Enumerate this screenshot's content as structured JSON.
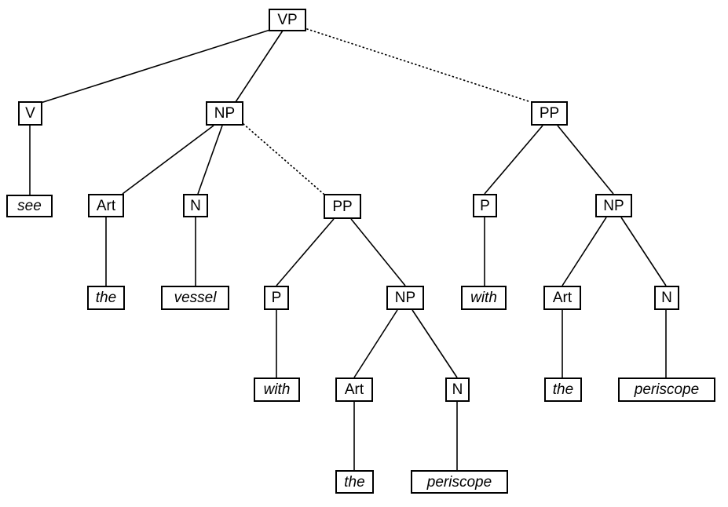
{
  "diagram": {
    "type": "syntax-tree",
    "title": "",
    "sentence": "see the vessel with the periscope with the periscope",
    "background_color": "#ffffff",
    "line_color": "#000000",
    "box_border_color": "#000000"
  },
  "nodes": {
    "vp": {
      "label": "VP",
      "kind": "category"
    },
    "v": {
      "label": "V",
      "kind": "category"
    },
    "see": {
      "label": "see",
      "kind": "terminal"
    },
    "np1": {
      "label": "NP",
      "kind": "category"
    },
    "art1": {
      "label": "Art",
      "kind": "category"
    },
    "the1": {
      "label": "the",
      "kind": "terminal"
    },
    "n1": {
      "label": "N",
      "kind": "category"
    },
    "vessel": {
      "label": "vessel",
      "kind": "terminal"
    },
    "pp_mid": {
      "label": "PP",
      "kind": "category"
    },
    "p_mid": {
      "label": "P",
      "kind": "category"
    },
    "with_mid": {
      "label": "with",
      "kind": "terminal"
    },
    "np_mid": {
      "label": "NP",
      "kind": "category"
    },
    "art_mid": {
      "label": "Art",
      "kind": "category"
    },
    "the_mid": {
      "label": "the",
      "kind": "terminal"
    },
    "n_mid": {
      "label": "N",
      "kind": "category"
    },
    "periscope_mid": {
      "label": "periscope",
      "kind": "terminal"
    },
    "pp_right": {
      "label": "PP",
      "kind": "category"
    },
    "p_right": {
      "label": "P",
      "kind": "category"
    },
    "with_right": {
      "label": "with",
      "kind": "terminal"
    },
    "np_right": {
      "label": "NP",
      "kind": "category"
    },
    "art_right": {
      "label": "Art",
      "kind": "category"
    },
    "the_right": {
      "label": "the",
      "kind": "terminal"
    },
    "n_right": {
      "label": "N",
      "kind": "category"
    },
    "periscope_right": {
      "label": "periscope",
      "kind": "terminal"
    }
  },
  "edges": [
    {
      "from": "vp",
      "to": "v",
      "style": "solid"
    },
    {
      "from": "vp",
      "to": "np1",
      "style": "solid"
    },
    {
      "from": "vp",
      "to": "pp_right",
      "style": "dotted"
    },
    {
      "from": "v",
      "to": "see",
      "style": "solid"
    },
    {
      "from": "np1",
      "to": "art1",
      "style": "solid"
    },
    {
      "from": "np1",
      "to": "n1",
      "style": "solid"
    },
    {
      "from": "np1",
      "to": "pp_mid",
      "style": "dotted"
    },
    {
      "from": "art1",
      "to": "the1",
      "style": "solid"
    },
    {
      "from": "n1",
      "to": "vessel",
      "style": "solid"
    },
    {
      "from": "pp_mid",
      "to": "p_mid",
      "style": "solid"
    },
    {
      "from": "pp_mid",
      "to": "np_mid",
      "style": "solid"
    },
    {
      "from": "p_mid",
      "to": "with_mid",
      "style": "solid"
    },
    {
      "from": "np_mid",
      "to": "art_mid",
      "style": "solid"
    },
    {
      "from": "np_mid",
      "to": "n_mid",
      "style": "solid"
    },
    {
      "from": "art_mid",
      "to": "the_mid",
      "style": "solid"
    },
    {
      "from": "n_mid",
      "to": "periscope_mid",
      "style": "solid"
    },
    {
      "from": "pp_right",
      "to": "p_right",
      "style": "solid"
    },
    {
      "from": "pp_right",
      "to": "np_right",
      "style": "solid"
    },
    {
      "from": "p_right",
      "to": "with_right",
      "style": "solid"
    },
    {
      "from": "np_right",
      "to": "art_right",
      "style": "solid"
    },
    {
      "from": "art_right",
      "to": "the_right",
      "style": "solid"
    },
    {
      "from": "np_right",
      "to": "n_right",
      "style": "solid"
    },
    {
      "from": "n_right",
      "to": "periscope_right",
      "style": "solid"
    }
  ]
}
